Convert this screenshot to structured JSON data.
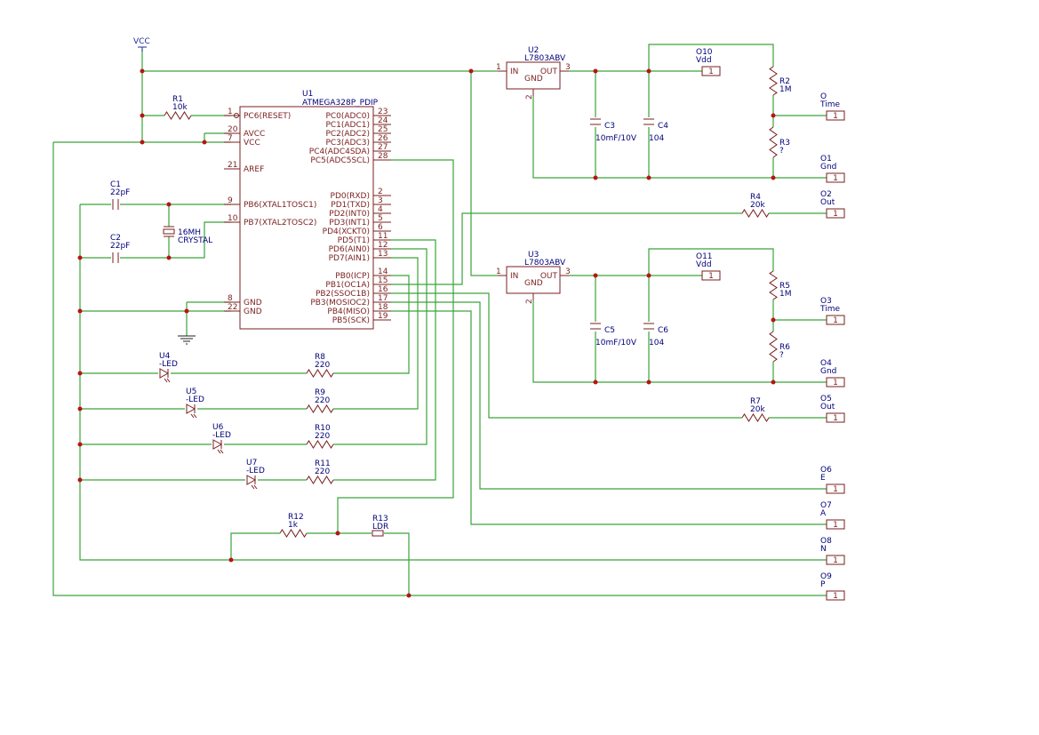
{
  "power_labels": [
    "VCC"
  ],
  "u1": {
    "ref": "U1",
    "value": "ATMEGA328P_PDIP",
    "left_pins": [
      {
        "num": "1",
        "name": "PC6(RESET)"
      },
      {
        "num": "20",
        "name": "AVCC"
      },
      {
        "num": "7",
        "name": "VCC"
      },
      {
        "num": "21",
        "name": "AREF"
      },
      {
        "num": "9",
        "name": "PB6(XTAL1TOSC1)"
      },
      {
        "num": "10",
        "name": "PB7(XTAL2TOSC2)"
      },
      {
        "num": "8",
        "name": "GND"
      },
      {
        "num": "22",
        "name": "GND"
      }
    ],
    "right_pins": [
      {
        "num": "23",
        "name": "PC0(ADC0)"
      },
      {
        "num": "24",
        "name": "PC1(ADC1)"
      },
      {
        "num": "25",
        "name": "PC2(ADC2)"
      },
      {
        "num": "26",
        "name": "PC3(ADC3)"
      },
      {
        "num": "27",
        "name": "PC4(ADC4SDA)"
      },
      {
        "num": "28",
        "name": "PC5(ADC5SCL)"
      },
      {
        "num": "2",
        "name": "PD0(RXD)"
      },
      {
        "num": "3",
        "name": "PD1(TXD)"
      },
      {
        "num": "4",
        "name": "PD2(INT0)"
      },
      {
        "num": "5",
        "name": "PD3(INT1)"
      },
      {
        "num": "6",
        "name": "PD4(XCKT0)"
      },
      {
        "num": "11",
        "name": "PD5(T1)"
      },
      {
        "num": "12",
        "name": "PD6(AIN0)"
      },
      {
        "num": "13",
        "name": "PD7(AIN1)"
      },
      {
        "num": "14",
        "name": "PB0(ICP)"
      },
      {
        "num": "15",
        "name": "PB1(OC1A)"
      },
      {
        "num": "16",
        "name": "PB2(SSOC1B)"
      },
      {
        "num": "17",
        "name": "PB3(MOSIOC2)"
      },
      {
        "num": "18",
        "name": "PB4(MISO)"
      },
      {
        "num": "19",
        "name": "PB5(SCK)"
      }
    ]
  },
  "regulators": [
    {
      "ref": "U2",
      "value": "L7803ABV",
      "pin_in": "IN",
      "pin_out": "OUT",
      "pin_gnd": "GND",
      "num_in": "1",
      "num_out": "3",
      "num_gnd": "2"
    },
    {
      "ref": "U3",
      "value": "L7803ABV",
      "pin_in": "IN",
      "pin_out": "OUT",
      "pin_gnd": "GND",
      "num_in": "1",
      "num_out": "3",
      "num_gnd": "2"
    }
  ],
  "resistors": [
    {
      "ref": "R1",
      "value": "10k"
    },
    {
      "ref": "R2",
      "value": "1M"
    },
    {
      "ref": "R3",
      "value": "?"
    },
    {
      "ref": "R4",
      "value": "20k"
    },
    {
      "ref": "R5",
      "value": "1M"
    },
    {
      "ref": "R6",
      "value": "?"
    },
    {
      "ref": "R7",
      "value": "20k"
    },
    {
      "ref": "R8",
      "value": "220"
    },
    {
      "ref": "R9",
      "value": "220"
    },
    {
      "ref": "R10",
      "value": "220"
    },
    {
      "ref": "R11",
      "value": "220"
    },
    {
      "ref": "R12",
      "value": "1k"
    },
    {
      "ref": "R13",
      "value": "LDR"
    }
  ],
  "capacitors": [
    {
      "ref": "C1",
      "value": "22pF"
    },
    {
      "ref": "C2",
      "value": "22pF"
    },
    {
      "ref": "C3",
      "value": "10mF/10V"
    },
    {
      "ref": "C4",
      "value": "104"
    },
    {
      "ref": "C5",
      "value": "10mF/10V"
    },
    {
      "ref": "C6",
      "value": "104"
    }
  ],
  "crystal": {
    "value1": "16MH",
    "value2": "CRYSTAL"
  },
  "leds": [
    {
      "ref": "U4",
      "value": "-LED"
    },
    {
      "ref": "U5",
      "value": "-LED"
    },
    {
      "ref": "U6",
      "value": "-LED"
    },
    {
      "ref": "U7",
      "value": "-LED"
    }
  ],
  "connectors": [
    {
      "ref": "O10",
      "value": "Vdd",
      "pin": "1"
    },
    {
      "ref": "O",
      "value": "Time",
      "pin": "1"
    },
    {
      "ref": "O1",
      "value": "Gnd",
      "pin": "1"
    },
    {
      "ref": "O2",
      "value": "Out",
      "pin": "1"
    },
    {
      "ref": "O11",
      "value": "Vdd",
      "pin": "1"
    },
    {
      "ref": "O3",
      "value": "Time",
      "pin": "1"
    },
    {
      "ref": "O4",
      "value": "Gnd",
      "pin": "1"
    },
    {
      "ref": "O5",
      "value": "Out",
      "pin": "1"
    },
    {
      "ref": "O6",
      "value": "E",
      "pin": "1"
    },
    {
      "ref": "O7",
      "value": "A",
      "pin": "1"
    },
    {
      "ref": "O8",
      "value": "N",
      "pin": "1"
    },
    {
      "ref": "O9",
      "value": "P",
      "pin": "1"
    }
  ]
}
